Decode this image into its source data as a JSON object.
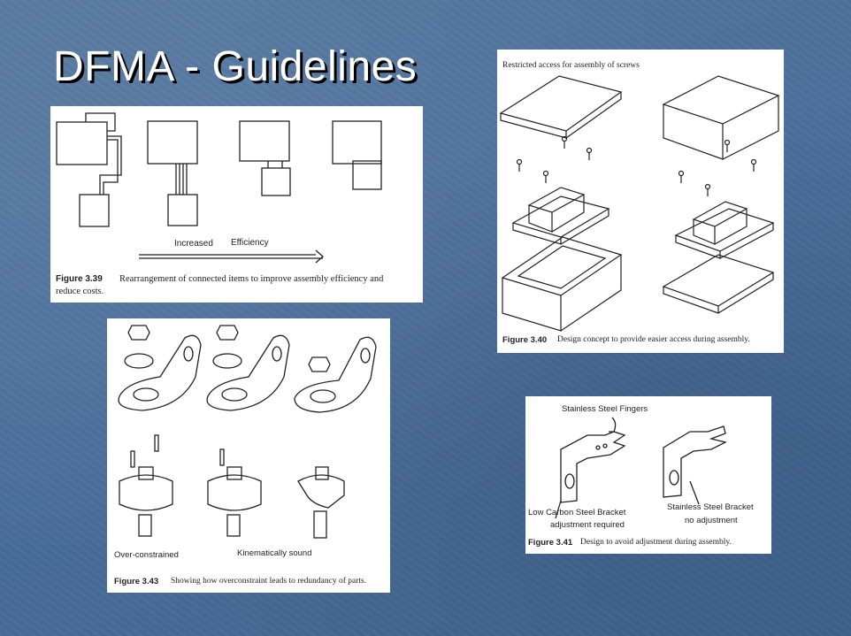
{
  "slide": {
    "title": "DFMA - Guidelines",
    "background_color": "#4a6f9f"
  },
  "fig339": {
    "label_increased": "Increased",
    "label_efficiency": "Efficiency",
    "fig_num": "Figure 3.39",
    "caption_1": "Rearrangement of connected items to improve assembly efficiency and",
    "caption_2": "reduce costs."
  },
  "fig340": {
    "heading": "Restricted access for assembly of screws",
    "fig_num": "Figure 3.40",
    "caption": "Design concept to provide easier access during assembly."
  },
  "fig343": {
    "label_over": "Over-constrained",
    "label_kin": "Kinematically sound",
    "fig_num": "Figure 3.43",
    "caption": "Showing how overconstraint leads to redundancy of parts."
  },
  "fig341": {
    "heading": "Stainless Steel Fingers",
    "left_label_1": "Low Carbon Steel Bracket",
    "left_label_2": "adjustment required",
    "right_label_1": "Stainless Steel Bracket",
    "right_label_2": "no adjustment",
    "fig_num": "Figure 3.41",
    "caption": "Design to avoid adjustment during assembly."
  }
}
